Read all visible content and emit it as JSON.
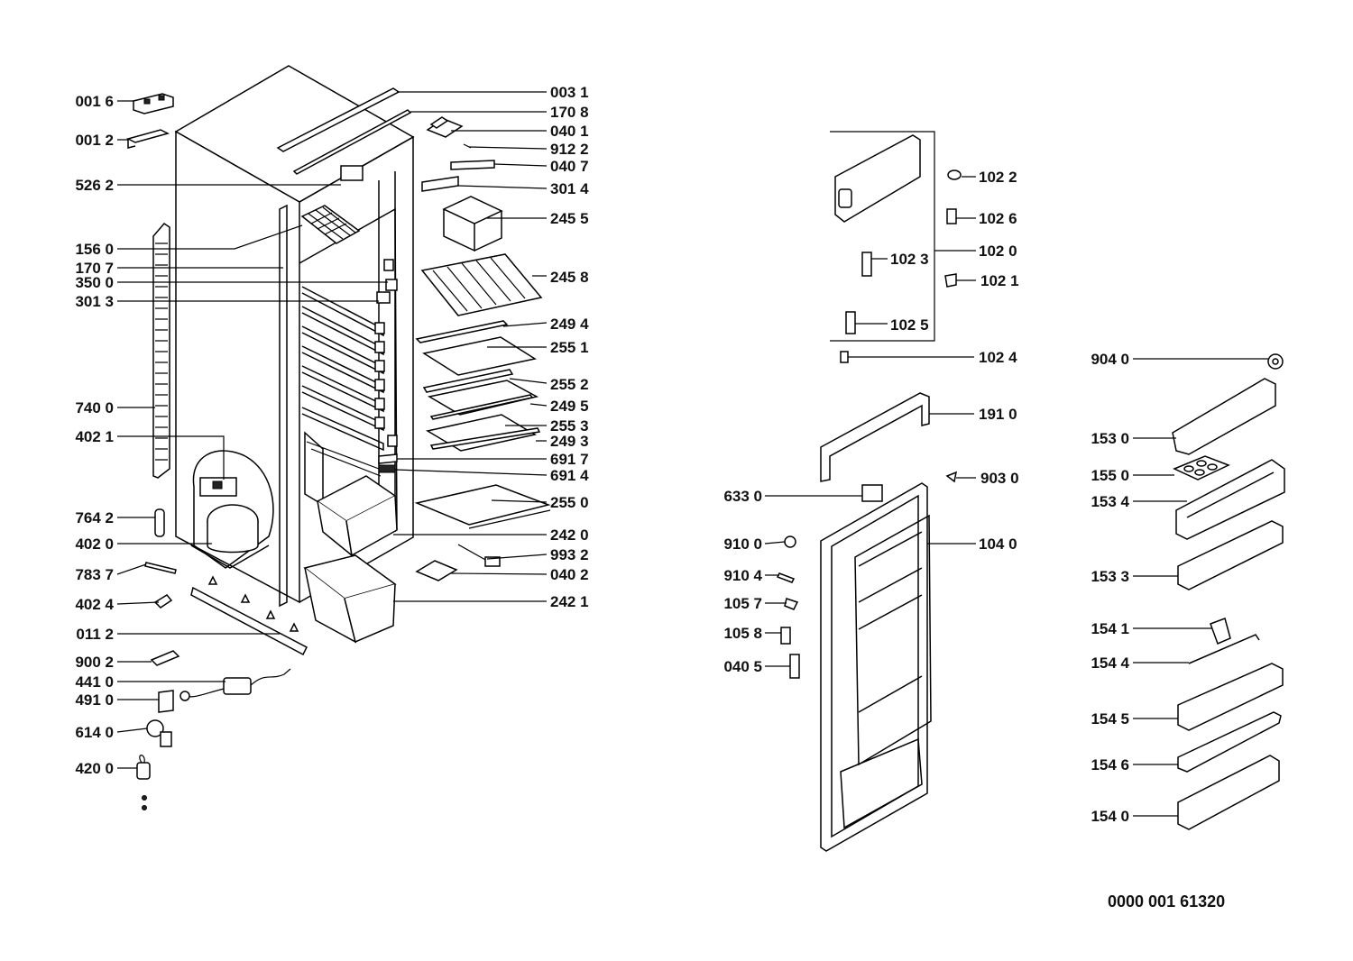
{
  "drawing_number": "0000 001 61320",
  "labels": {
    "l0016": "001 6",
    "l0012": "001 2",
    "l5262": "526 2",
    "l1560": "156 0",
    "l1707": "170 7",
    "l3500": "350 0",
    "l3013": "301 3",
    "l7400": "740 0",
    "l4021": "402 1",
    "l7642": "764 2",
    "l4020": "402 0",
    "l7837": "783 7",
    "l4024": "402 4",
    "l0112": "011 2",
    "l9002": "900 2",
    "l4410": "441 0",
    "l4910": "491 0",
    "l6140": "614 0",
    "l4200": "420 0",
    "l0031": "003 1",
    "l1708": "170 8",
    "l0401": "040 1",
    "l9122": "912 2",
    "l0407": "040 7",
    "l3014": "301 4",
    "l2455": "245 5",
    "l2458": "245 8",
    "l2494": "249 4",
    "l2551": "255 1",
    "l2552": "255 2",
    "l2495": "249 5",
    "l2553": "255 3",
    "l2493": "249 3",
    "l6917": "691 7",
    "l6914": "691 4",
    "l2550": "255 0",
    "l2420": "242 0",
    "l9932": "993 2",
    "l0402": "040 2",
    "l2421": "242 1",
    "l1022": "102 2",
    "l1026": "102 6",
    "l1023": "102 3",
    "l1020": "102 0",
    "l1021": "102 1",
    "l1025": "102 5",
    "l1024": "102 4",
    "l1910": "191 0",
    "l9030": "903 0",
    "l6330": "633 0",
    "l9100": "910 0",
    "l9104": "910 4",
    "l1057": "105 7",
    "l1058": "105 8",
    "l0405": "040 5",
    "l1040": "104 0",
    "l9040": "904 0",
    "l1530": "153 0",
    "l1550": "155 0",
    "l1534": "153 4",
    "l1533": "153 3",
    "l1541": "154 1",
    "l1544": "154 4",
    "l1545": "154 5",
    "l1546": "154 6",
    "l1540": "154 0"
  }
}
